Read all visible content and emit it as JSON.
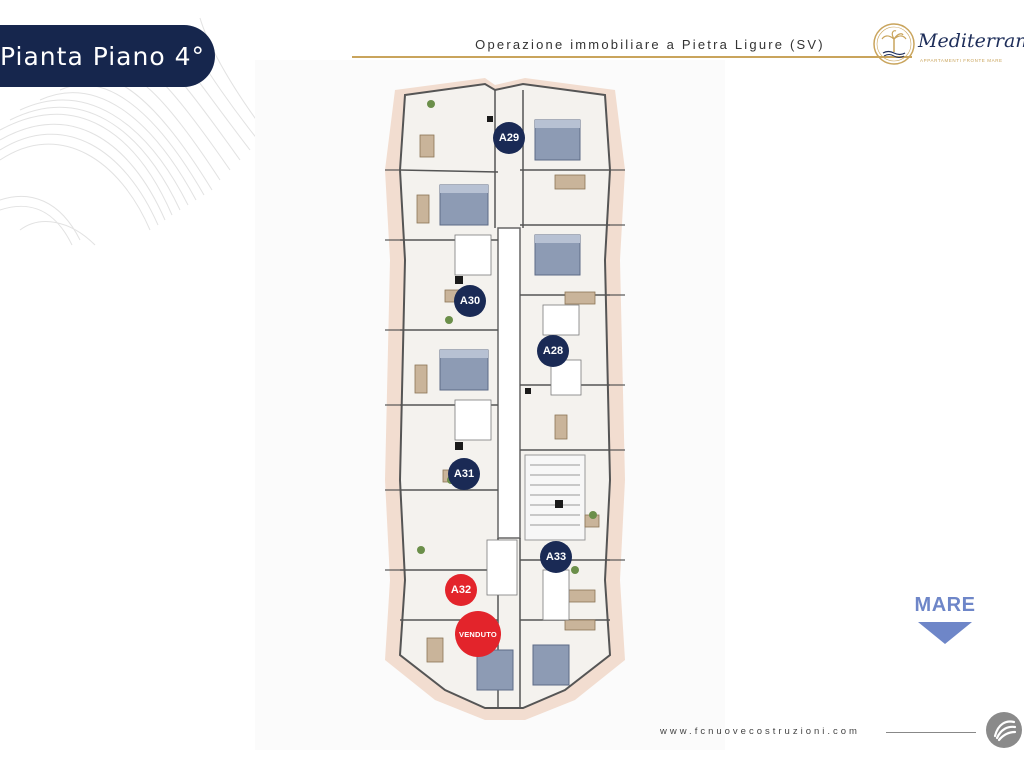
{
  "page": {
    "title": "Pianta Piano 4°",
    "subtitle": "Operazione immobiliare a Pietra Ligure (SV)",
    "website": "www.fcnuovecostruzioni.com"
  },
  "brand": {
    "logo_name": "Mediterrané",
    "logo_tagline": "APPARTAMENTI FRONTE MARE",
    "colors": {
      "navy": "#16264d",
      "gold": "#c9a45c",
      "sold": "#e3242b",
      "sea": "#6e86c8"
    }
  },
  "plan": {
    "units": [
      {
        "id": "A29",
        "sold": false
      },
      {
        "id": "A30",
        "sold": false
      },
      {
        "id": "A28",
        "sold": false
      },
      {
        "id": "A31",
        "sold": false
      },
      {
        "id": "A33",
        "sold": false
      },
      {
        "id": "A32",
        "sold": true
      }
    ],
    "sold_label": "VENDUTO"
  },
  "orientation": {
    "label": "MARE",
    "icon": "arrow-down-icon"
  }
}
